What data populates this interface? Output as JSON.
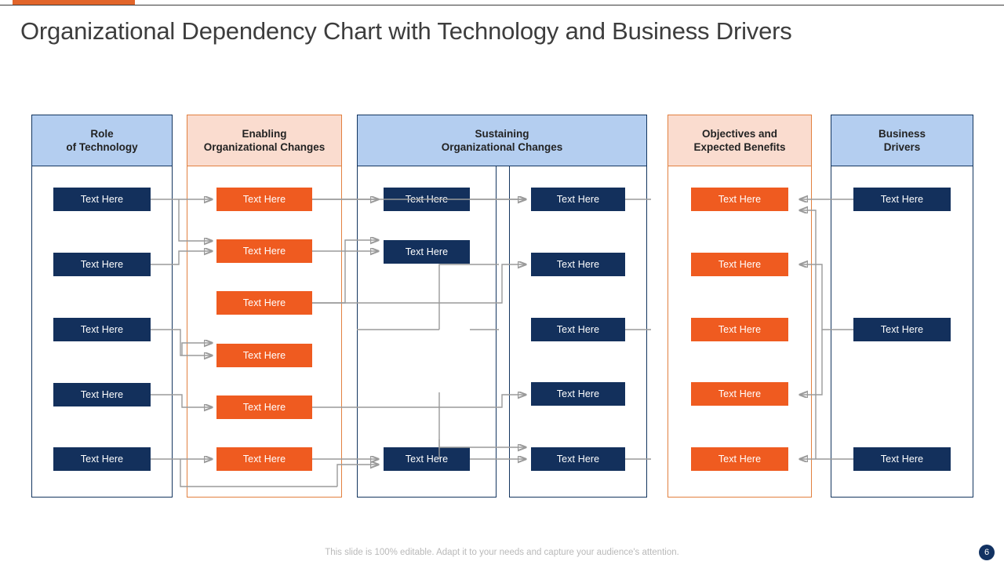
{
  "slide": {
    "title": "Organizational Dependency Chart with Technology and Business Drivers",
    "footer_note": "This slide is 100% editable. Adapt it to your needs and capture your audience's attention.",
    "page_number": "6",
    "accent_color": "#e2652a",
    "navy_color": "#13305c",
    "orange_color": "#ef5b20",
    "header_blue": "#b4cef0",
    "header_peach": "#fadccf",
    "connector_color": "#9a9a9a"
  },
  "columns": [
    {
      "id": "role-of-technology",
      "header_line1": "Role",
      "header_line2": "of Technology",
      "header_style": "blue",
      "frame_style": "navy",
      "nodes": [
        {
          "label": "Text Here",
          "style": "navy"
        },
        {
          "label": "Text Here",
          "style": "navy"
        },
        {
          "label": "Text Here",
          "style": "navy"
        },
        {
          "label": "Text Here",
          "style": "navy"
        },
        {
          "label": "Text Here",
          "style": "navy"
        }
      ]
    },
    {
      "id": "enabling-organizational-changes",
      "header_line1": "Enabling",
      "header_line2": "Organizational Changes",
      "header_style": "peach",
      "frame_style": "orange",
      "nodes": [
        {
          "label": "Text Here",
          "style": "orange"
        },
        {
          "label": "Text Here",
          "style": "orange"
        },
        {
          "label": "Text Here",
          "style": "orange"
        },
        {
          "label": "Text Here",
          "style": "orange"
        },
        {
          "label": "Text Here",
          "style": "orange"
        },
        {
          "label": "Text Here",
          "style": "orange"
        }
      ]
    },
    {
      "id": "sustaining-organizational-changes",
      "header_line1": "Sustaining",
      "header_line2": "Organizational Changes",
      "header_style": "blue",
      "frame_style": "navy",
      "sub_left_nodes": [
        {
          "label": "Text Here",
          "style": "navy"
        },
        {
          "label": "Text Here",
          "style": "navy"
        },
        {
          "label": "Text Here",
          "style": "navy"
        }
      ],
      "sub_right_nodes": [
        {
          "label": "Text Here",
          "style": "navy"
        },
        {
          "label": "Text Here",
          "style": "navy"
        },
        {
          "label": "Text Here",
          "style": "navy"
        },
        {
          "label": "Text Here",
          "style": "navy"
        },
        {
          "label": "Text Here",
          "style": "navy"
        }
      ]
    },
    {
      "id": "objectives-and-expected-benefits",
      "header_line1": "Objectives and",
      "header_line2": "Expected Benefits",
      "header_style": "peach",
      "frame_style": "orange",
      "nodes": [
        {
          "label": "Text Here",
          "style": "orange"
        },
        {
          "label": "Text Here",
          "style": "orange"
        },
        {
          "label": "Text Here",
          "style": "orange"
        },
        {
          "label": "Text Here",
          "style": "orange"
        },
        {
          "label": "Text Here",
          "style": "orange"
        }
      ]
    },
    {
      "id": "business-drivers",
      "header_line1": "Business",
      "header_line2": "Drivers",
      "header_style": "blue",
      "frame_style": "navy",
      "nodes": [
        {
          "label": "Text Here",
          "style": "navy"
        },
        {
          "label": "Text Here",
          "style": "navy"
        },
        {
          "label": "Text Here",
          "style": "navy"
        }
      ]
    }
  ]
}
